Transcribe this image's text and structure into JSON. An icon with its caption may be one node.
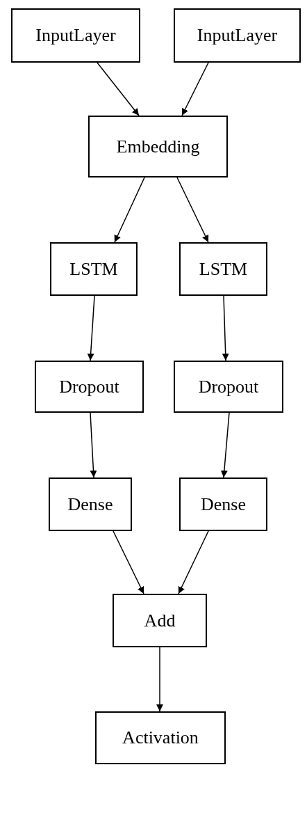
{
  "diagram": {
    "nodes": [
      {
        "text": [
          "InputLayer"
        ]
      },
      {
        "text": [
          "InputLayer"
        ]
      },
      {
        "text": [
          "Embedding"
        ]
      },
      {
        "text": [
          "LSTM"
        ]
      },
      {
        "text": [
          "LSTM"
        ]
      },
      {
        "text": [
          "Dropout"
        ]
      },
      {
        "text": [
          "Dropout"
        ]
      },
      {
        "text": [
          "Dense"
        ]
      },
      {
        "text": [
          "Dense"
        ]
      },
      {
        "text": [
          "Add"
        ]
      },
      {
        "text": [
          "Activation"
        ]
      }
    ],
    "edges": [
      {
        "from": 0,
        "to": 2,
        "arrow": "to"
      },
      {
        "from": 1,
        "to": 2,
        "arrow": "to"
      },
      {
        "from": 2,
        "to": 3,
        "arrow": "to"
      },
      {
        "from": 2,
        "to": 4,
        "arrow": "to"
      },
      {
        "from": 3,
        "to": 5,
        "arrow": "to"
      },
      {
        "from": 4,
        "to": 6,
        "arrow": "to"
      },
      {
        "from": 5,
        "to": 7,
        "arrow": "to"
      },
      {
        "from": 6,
        "to": 8,
        "arrow": "to"
      },
      {
        "from": 7,
        "to": 9,
        "arrow": "to"
      },
      {
        "from": 8,
        "to": 9,
        "arrow": "to"
      },
      {
        "from": 9,
        "to": 10,
        "arrow": "to"
      }
    ]
  }
}
